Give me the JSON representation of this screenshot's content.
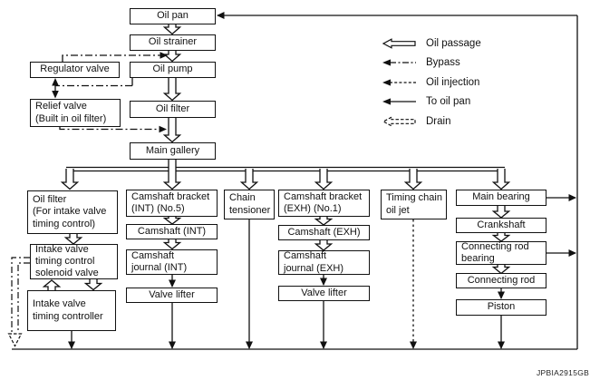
{
  "figure_code": "JPBIA2915GB",
  "colors": {
    "line": "#111111",
    "background": "#ffffff"
  },
  "nodes": {
    "oil_pan": {
      "label": "Oil pan"
    },
    "oil_strainer": {
      "label": "Oil strainer"
    },
    "regulator_valve": {
      "label": "Regulator valve"
    },
    "oil_pump": {
      "label": "Oil pump"
    },
    "relief_valve": {
      "label": "Relief valve\n(Built in oil filter)"
    },
    "oil_filter": {
      "label": "Oil filter"
    },
    "main_gallery": {
      "label": "Main gallery"
    },
    "oil_filter_ivtc": {
      "label": "Oil filter\n(For intake valve\ntiming control)"
    },
    "ivtc_solenoid_valve": {
      "label": "Intake valve\ntiming control\nsolenoid valve"
    },
    "ivtc_controller": {
      "label": "Intake valve\ntiming controller"
    },
    "camshaft_bracket_int": {
      "label": "Camshaft bracket\n(INT) (No.5)"
    },
    "camshaft_int": {
      "label": "Camshaft (INT)"
    },
    "camshaft_journal_int": {
      "label": "Camshaft\njournal (INT)"
    },
    "valve_lifter_int": {
      "label": "Valve lifter"
    },
    "chain_tensioner": {
      "label": "Chain\ntensioner"
    },
    "camshaft_bracket_exh": {
      "label": "Camshaft bracket\n(EXH) (No.1)"
    },
    "camshaft_exh": {
      "label": "Camshaft (EXH)"
    },
    "camshaft_journal_exh": {
      "label": "Camshaft\njournal (EXH)"
    },
    "valve_lifter_exh": {
      "label": "Valve lifter"
    },
    "timing_chain_oil_jet": {
      "label": "Timing chain\noil jet"
    },
    "main_bearing": {
      "label": "Main bearing"
    },
    "crankshaft": {
      "label": "Crankshaft"
    },
    "connecting_rod_bearing": {
      "label": "Connecting rod\nbearing"
    },
    "connecting_rod": {
      "label": "Connecting rod"
    },
    "piston": {
      "label": "Piston"
    }
  },
  "legend": {
    "items": [
      {
        "label": "Oil passage"
      },
      {
        "label": "Bypass"
      },
      {
        "label": "Oil injection"
      },
      {
        "label": "To oil pan"
      },
      {
        "label": "Drain"
      }
    ]
  }
}
